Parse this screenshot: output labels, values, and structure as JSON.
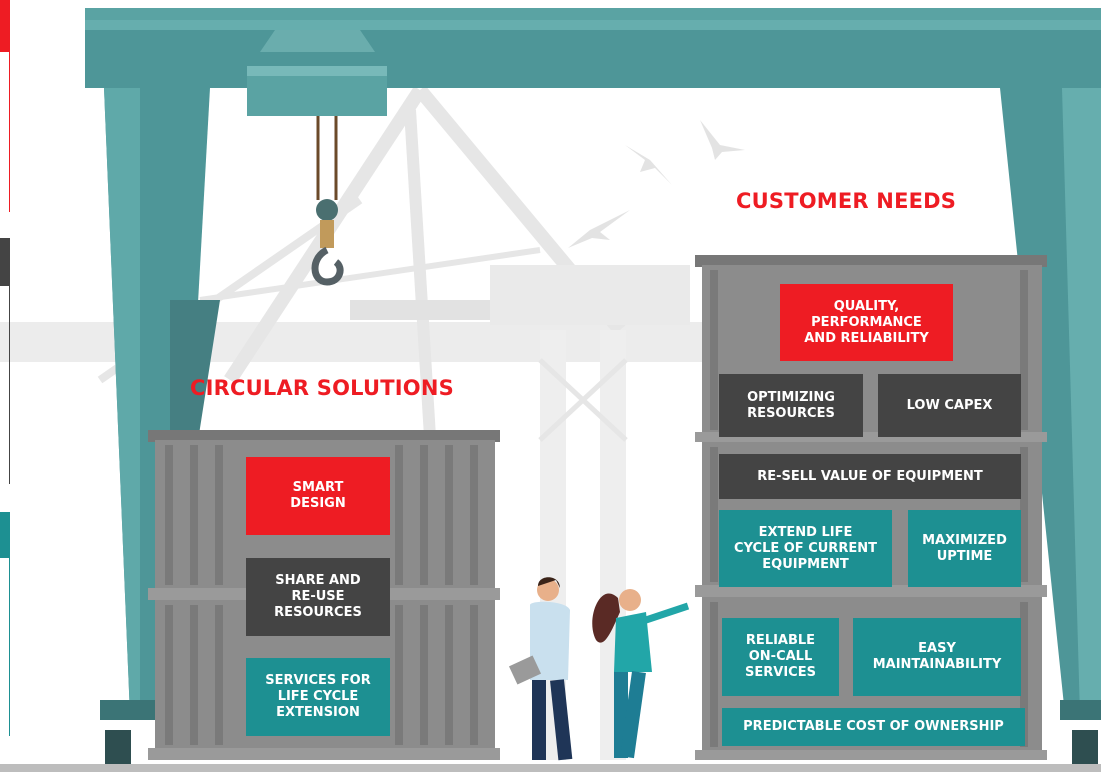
{
  "colors": {
    "red": "#ee1c23",
    "dark": "#444444",
    "teal": "#1d9092",
    "heading_red": "#ee1c23"
  },
  "headings": {
    "circular": "CIRCULAR SOLUTIONS",
    "customer": "CUSTOMER NEEDS"
  },
  "circular_solutions": [
    {
      "label": "SMART\nDESIGN",
      "color": "red"
    },
    {
      "label": "SHARE AND\nRE-USE\nRESOURCES",
      "color": "dark"
    },
    {
      "label": "SERVICES FOR\nLIFE CYCLE\nEXTENSION",
      "color": "teal"
    }
  ],
  "customer_needs": [
    {
      "label": "QUALITY,\nPERFORMANCE\nAND RELIABILITY",
      "color": "red"
    },
    {
      "label": "OPTIMIZING\nRESOURCES",
      "color": "dark"
    },
    {
      "label": "LOW CAPEX",
      "color": "dark"
    },
    {
      "label": "RE-SELL VALUE OF EQUIPMENT",
      "color": "dark"
    },
    {
      "label": "EXTEND LIFE\nCYCLE OF CURRENT\nEQUIPMENT",
      "color": "teal"
    },
    {
      "label": "MAXIMIZED\nUPTIME",
      "color": "teal"
    },
    {
      "label": "RELIABLE\nON-CALL\nSERVICES",
      "color": "teal"
    },
    {
      "label": "EASY\nMAINTAINABILITY",
      "color": "teal"
    },
    {
      "label": "PREDICTABLE COST OF OWNERSHIP",
      "color": "teal"
    }
  ]
}
